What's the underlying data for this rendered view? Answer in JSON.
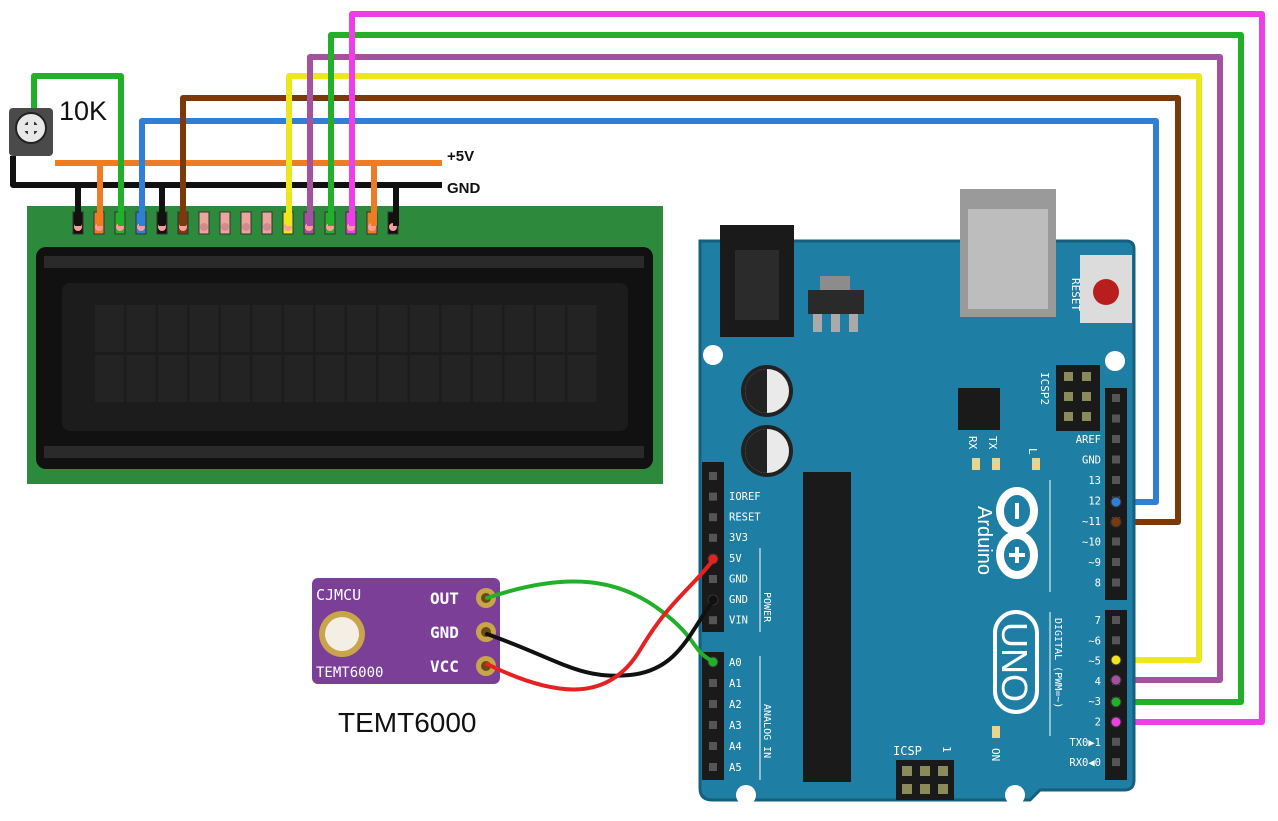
{
  "labels": {
    "pot_value": "10K",
    "rail_5v": "+5V",
    "rail_gnd": "GND",
    "sensor_caption": "TEMT6000"
  },
  "sensor": {
    "brand": "CJMCU",
    "model": "TEMT6000",
    "pins": [
      "OUT",
      "GND",
      "VCC"
    ],
    "colors": {
      "board": "#7b3f98",
      "pad": "#c8a44a"
    }
  },
  "arduino": {
    "brand": "Arduino",
    "model": "UNO",
    "reset_label": "RESET",
    "icsp2_label": "ICSP2",
    "icsp_label": "ICSP",
    "icsp_pin1": "1",
    "tx_label": "TX",
    "rx_label": "RX",
    "l_label": "L",
    "on_label": "ON",
    "power_group": "POWER",
    "analog_group": "ANALOG IN",
    "digital_group": "DIGITAL (PWM=~)",
    "power_pins": [
      "IOREF",
      "RESET",
      "3V3",
      "5V",
      "GND",
      "GND",
      "VIN"
    ],
    "analog_pins": [
      "A0",
      "A1",
      "A2",
      "A3",
      "A4",
      "A5"
    ],
    "digital_top_pins": [
      "AREF",
      "GND",
      "13",
      "12",
      "~11",
      "~10",
      "~9",
      "8"
    ],
    "digital_bottom_pins": [
      "7",
      "~6",
      "~5",
      "4",
      "~3",
      "2",
      "TX0▶1",
      "RX0◀0"
    ],
    "colors": {
      "board": "#1f7ea3",
      "edge": "#15607f"
    }
  },
  "wire_colors": {
    "green": "#22b02a",
    "magenta": "#ee3fe6",
    "purple": "#a352a0",
    "yellow": "#eee71c",
    "brown": "#7a3a0c",
    "blue": "#2f7fd6",
    "orange": "#ee7c22",
    "black": "#111111",
    "red": "#e52222"
  }
}
